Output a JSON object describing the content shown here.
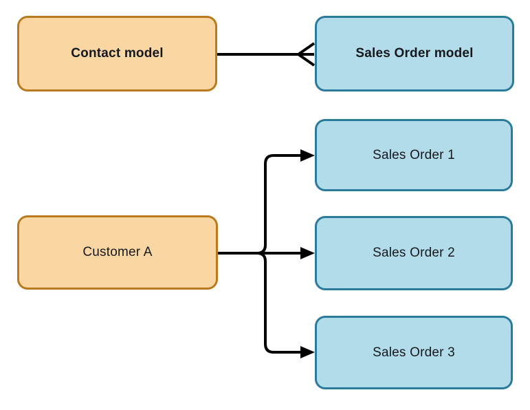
{
  "diagram": {
    "description": "Entity relationship diagram: one Contact maps to many Sales Orders",
    "nodes": {
      "contact_model": {
        "label": "Contact model"
      },
      "sales_order_model": {
        "label": "Sales Order model"
      },
      "sales_order_1": {
        "label": "Sales Order 1"
      },
      "customer_a": {
        "label": "Customer A"
      },
      "sales_order_2": {
        "label": "Sales Order 2"
      },
      "sales_order_3": {
        "label": "Sales Order 3"
      }
    },
    "edges": [
      {
        "from": "Contact model",
        "to": "Sales Order model",
        "type": "one-to-many-crows-foot"
      },
      {
        "from": "Customer A",
        "to": "Sales Order 1",
        "type": "arrow"
      },
      {
        "from": "Customer A",
        "to": "Sales Order 2",
        "type": "arrow"
      },
      {
        "from": "Customer A",
        "to": "Sales Order 3",
        "type": "arrow"
      }
    ]
  },
  "colors": {
    "background": "#FFFFFF",
    "orange_fill": "#FAD7A2",
    "orange_border": "#B9791E",
    "blue_fill": "#B3DCEB",
    "blue_border": "#2A7A9C",
    "connector": "#000000",
    "text": "#15181D"
  }
}
